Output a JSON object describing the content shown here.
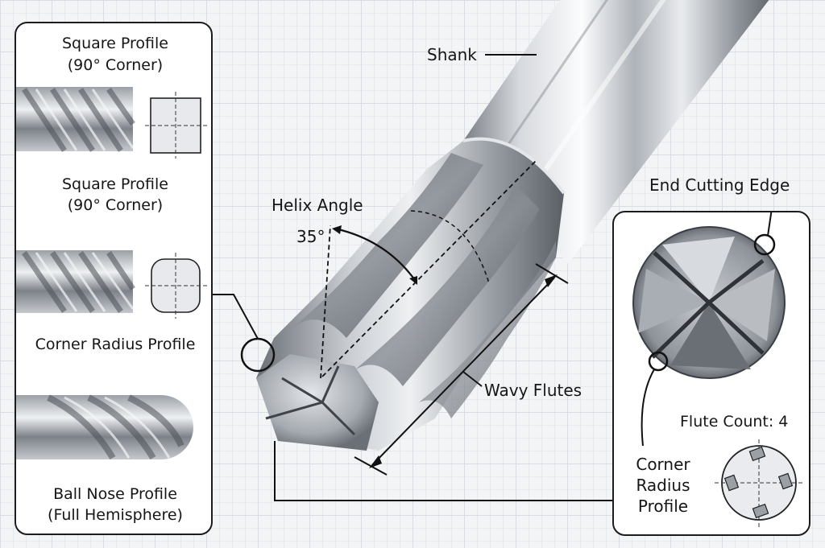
{
  "labels": {
    "shank": "Shank",
    "helix_angle": "Helix Angle",
    "helix_value": "35°",
    "wavy_flutes": "Wavy Flutes",
    "end_cutting_edge": "End Cutting Edge",
    "flute_count": "Flute Count: 4",
    "corner_radius_1": "Corner",
    "corner_radius_2": "Radius",
    "corner_radius_3": "Profile"
  },
  "left_panel": {
    "square_1_line1": "Square Profile",
    "square_1_line2": "(90° Corner)",
    "square_2_line1": "Square Profile",
    "square_2_line2": "(90° Corner)",
    "corner_radius": "Corner Radius Profile",
    "ball_1": "Ball Nose Profile",
    "ball_2": "(Full Hemisphere)"
  },
  "colors": {
    "steel_light": "#f2f3f5",
    "steel_mid": "#b3b8be",
    "steel_dark": "#5c6168",
    "line": "#1c1c1c"
  }
}
